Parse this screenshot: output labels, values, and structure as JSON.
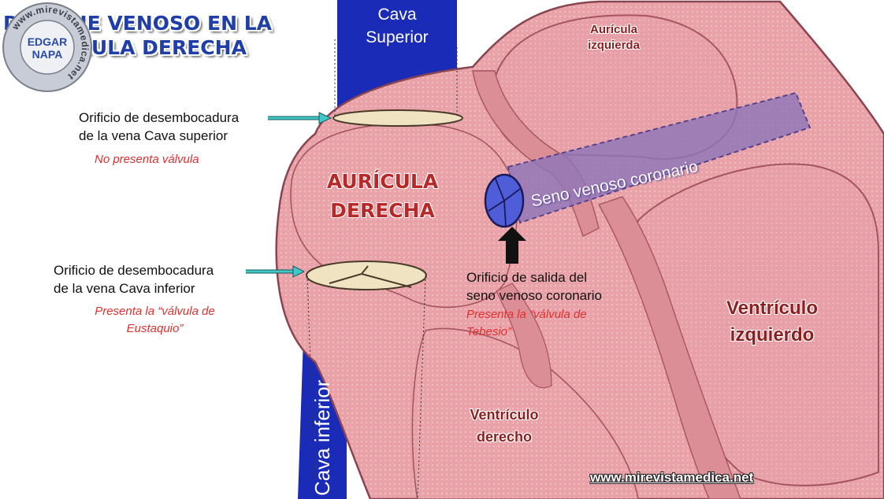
{
  "title": {
    "line1": "DRENAJE VENOSO EN LA",
    "line2": "AURÍCULA DERECHA"
  },
  "cava_superior": {
    "line1": "Cava",
    "line2": "Superior"
  },
  "cava_inferior": "Cava inferior",
  "auricula_izquierda": {
    "line1": "Aurícula",
    "line2": "izquierda"
  },
  "auricula_derecha": {
    "line1": "AURÍCULA",
    "line2": "DERECHA"
  },
  "ventriculo_izquierdo": {
    "line1": "Ventrículo",
    "line2": "izquierdo"
  },
  "ventriculo_derecho": {
    "line1": "Ventrículo",
    "line2": "derecho"
  },
  "seno_venoso": "Seno venoso coronario",
  "callout_superior": {
    "line1": "Orificio de desembocadura",
    "line2": "de la vena Cava superior",
    "note": "No presenta válvula"
  },
  "callout_inferior": {
    "line1": "Orificio de desembocadura",
    "line2": "de la vena Cava inferior",
    "note1": "Presenta la “válvula de",
    "note2": "Eustaquio”"
  },
  "callout_seno": {
    "line1": "Orificio de salida del",
    "line2": "seno venoso coronario",
    "note1": "Presenta la “válvula de",
    "note2": "Tebesio”"
  },
  "watermark_url": "www.mirevistamedica.net",
  "logo": {
    "ring_text": "www.mirevistamedica.net",
    "name1": "EDGAR",
    "name2": "NAPA"
  },
  "colors": {
    "vein_blue": "#1a2bb8",
    "tissue_pink": "#e89aa1",
    "tissue_dark": "#b85a64",
    "sinus_purple": "#8f75b8",
    "arrow_cyan": "#40c8c8",
    "valve_cream": "#efe3c2"
  }
}
